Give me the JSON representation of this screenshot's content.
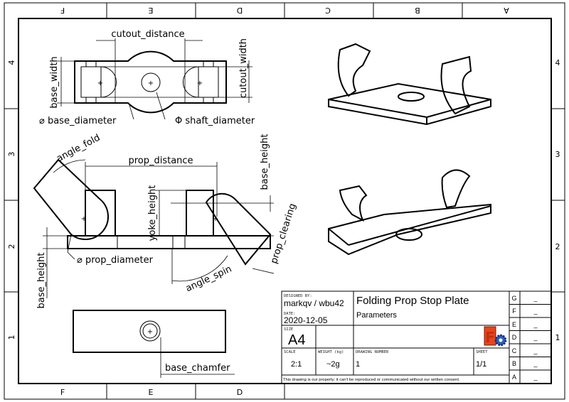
{
  "zones": {
    "columns": [
      "F",
      "E",
      "D",
      "C",
      "B",
      "A"
    ],
    "bottom_columns": [
      "F",
      "E",
      "D"
    ],
    "rows": [
      "4",
      "3",
      "2",
      "1"
    ]
  },
  "views": {
    "top": {
      "cutout_distance": "cutout_distance",
      "base_width": "base_width",
      "cutout_width": "cutout_width",
      "base_diameter": "⌀ base_diameter",
      "shaft_diameter": "Φ shaft_diameter"
    },
    "front": {
      "angle_fold": "angle_fold",
      "prop_distance": "prop_distance",
      "base_height_right": "base_height",
      "yoke_height": "yoke_height",
      "prop_clearing": "prop_clearing",
      "prop_diameter": "⌀ prop_diameter",
      "angle_spin": "angle_spin",
      "base_height_left": "base_height"
    },
    "bottom": {
      "base_chamfer": "base_chamfer"
    }
  },
  "title_block": {
    "designed_by_label": "DESIGNED BY:",
    "designed_by": "markqv / wbu42",
    "date_label": "DATE:",
    "date": "2020-12-05",
    "title": "Folding Prop Stop Plate",
    "subtitle": "Parameters",
    "size_label": "SIZE",
    "size": "A4",
    "scale_label": "SCALE",
    "scale": "2:1",
    "weight_label": "WEIGHT (kg)",
    "weight": "~2g",
    "drawing_number_label": "DRAWING NUMBER",
    "drawing_number": "1",
    "sheet_label": "SHEET",
    "sheet": "1/1",
    "disclaimer": "This drawing is our property; it can't be reproduced or communicated without our written consent.",
    "revisions": [
      {
        "letter": "G",
        "value": "_"
      },
      {
        "letter": "F",
        "value": "_"
      },
      {
        "letter": "E",
        "value": "_"
      },
      {
        "letter": "D",
        "value": "_"
      },
      {
        "letter": "C",
        "value": "_"
      },
      {
        "letter": "B",
        "value": "_"
      },
      {
        "letter": "A",
        "value": "_"
      }
    ],
    "logo_text": "F"
  }
}
